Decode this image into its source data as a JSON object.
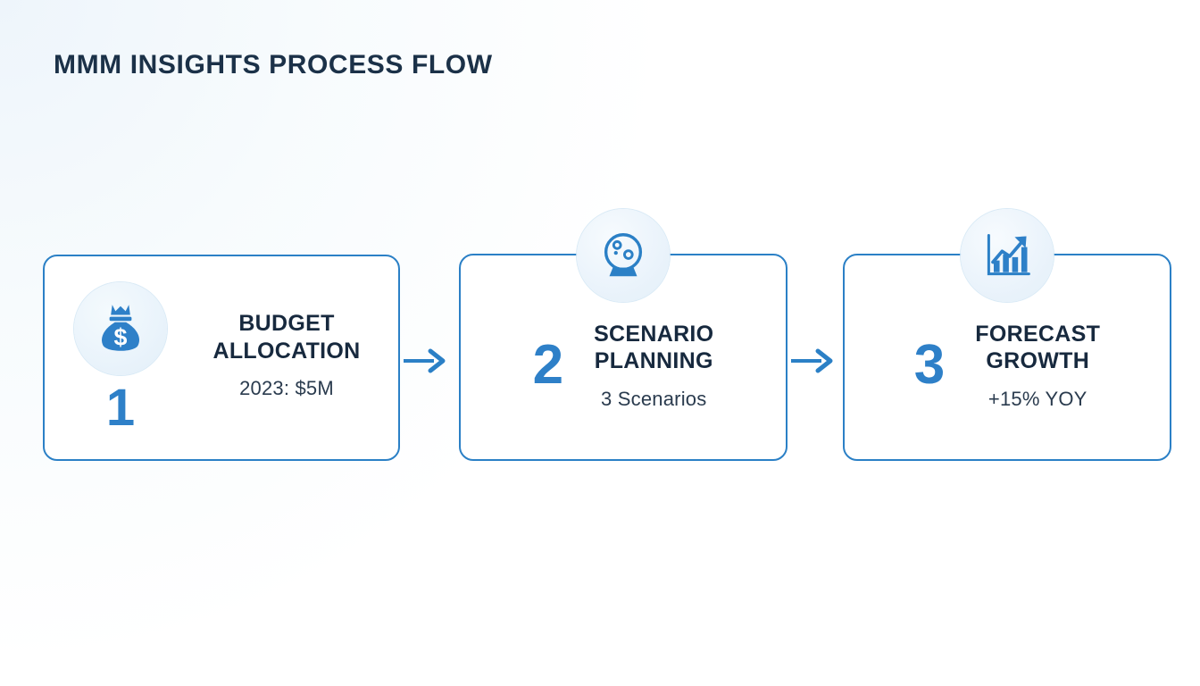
{
  "page": {
    "title": "MMM INSIGHTS PROCESS FLOW",
    "accent_blue": "#2e80c8",
    "border_blue": "#2b80c6",
    "title_navy": "#17293e",
    "icon_circle_bg": "#e9f3fb",
    "background": "#ffffff"
  },
  "chart_data": {
    "type": "diagram",
    "title": "MMM INSIGHTS PROCESS FLOW",
    "orientation": "horizontal",
    "steps": [
      {
        "number": "1",
        "title": "BUDGET\nALLOCATION",
        "subtitle": "2023: $5M",
        "icon": "money-bag-icon"
      },
      {
        "number": "2",
        "title": "SCENARIO\nPLANNING",
        "subtitle": "3 Scenarios",
        "icon": "crystal-ball-icon"
      },
      {
        "number": "3",
        "title": "FORECAST\nGROWTH",
        "subtitle": "+15% YOY",
        "icon": "growth-chart-icon"
      }
    ],
    "connectors": [
      {
        "from": "1",
        "to": "2",
        "type": "arrow-right"
      },
      {
        "from": "2",
        "to": "3",
        "type": "arrow-right"
      }
    ]
  },
  "steps": [
    {
      "number": "1",
      "title": "BUDGET\nALLOCATION",
      "subtitle": "2023: $5M",
      "icon_name": "money-bag-icon"
    },
    {
      "number": "2",
      "title": "SCENARIO\nPLANNING",
      "subtitle": "3 Scenarios",
      "icon_name": "crystal-ball-icon"
    },
    {
      "number": "3",
      "title": "FORECAST\nGROWTH",
      "subtitle": "+15% YOY",
      "icon_name": "growth-chart-icon"
    }
  ]
}
